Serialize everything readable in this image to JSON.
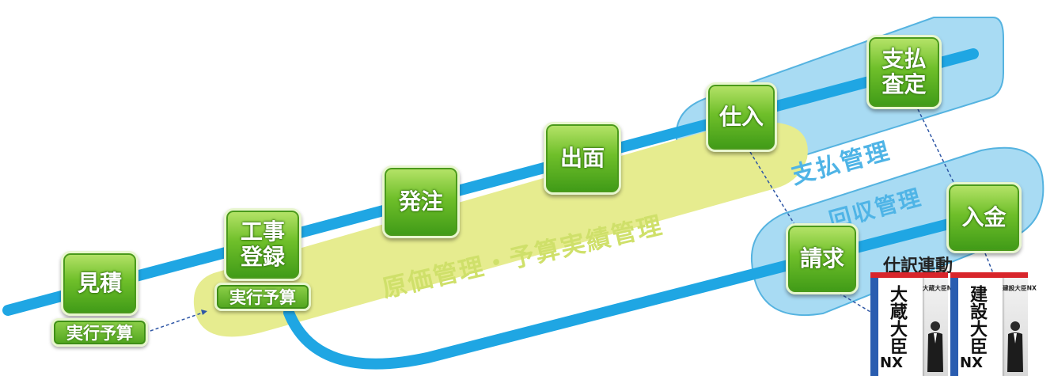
{
  "steps": {
    "mitsumori": "見積",
    "mitsumori_sub": "実行予算",
    "koji_line1": "工事",
    "koji_line2": "登録",
    "koji_sub": "実行予算",
    "hacchu": "発注",
    "dezura": "出面",
    "shiire": "仕入",
    "shiharai_line1": "支払",
    "shiharai_line2": "査定",
    "seikyu": "請求",
    "nyukin": "入金"
  },
  "bands": {
    "cost_management": "原価管理・予算実績管理",
    "payment_management": "支払管理",
    "collection_management": "回収管理"
  },
  "integration": {
    "label": "仕訳連動",
    "products": [
      {
        "vertical_title": "大蔵大臣",
        "suffix": "NX",
        "side_title": "大蔵大臣NX"
      },
      {
        "vertical_title": "建設大臣",
        "suffix": "NX",
        "side_title": "建設大臣NX"
      }
    ]
  },
  "colors": {
    "flow_line": "#1fa6e3",
    "cost_band": "#e6ec8f",
    "management_capsule": "#a8dbf3",
    "step_box": "#5cb321",
    "product_accent_red": "#d8252b",
    "product_accent_blue": "#2a5db0"
  }
}
